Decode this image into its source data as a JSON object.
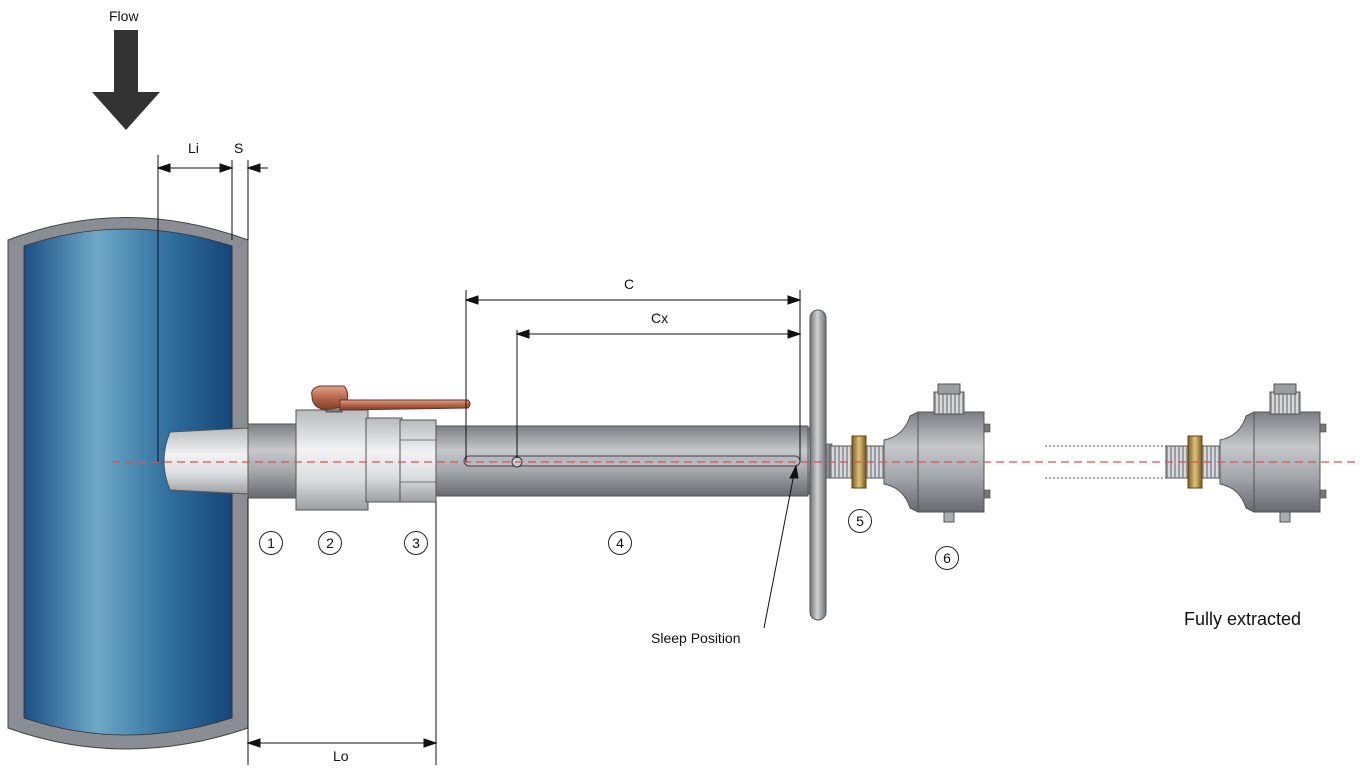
{
  "labels": {
    "flow": "Flow",
    "li": "Li",
    "s": "S",
    "c": "C",
    "cx": "Cx",
    "lo": "Lo",
    "sleep_position": "Sleep Position",
    "fully_extracted": "Fully extracted"
  },
  "callouts": [
    "1",
    "2",
    "3",
    "4",
    "5",
    "6"
  ],
  "colors": {
    "pipe_blue_dark": "#1a4f8a",
    "pipe_blue_light": "#6fa8c8",
    "pipe_wall": "#8a8d91",
    "steel": "#a9acb0",
    "steel_dark": "#6e7176",
    "valve_handle": "#b5654a",
    "centerline": "#e05050",
    "brass": "#b08a3e"
  }
}
